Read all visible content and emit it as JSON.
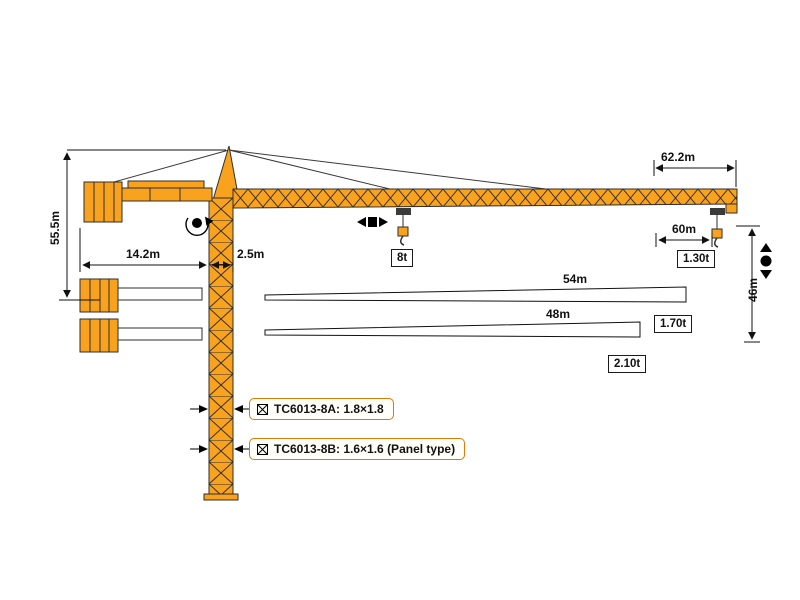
{
  "page": {
    "type": "tower-crane-dimension-diagram",
    "background": "#ffffff"
  },
  "colors": {
    "crane_orange": "#F9A21E",
    "outline": "#2e2e2e",
    "callout_border": "#d97b06"
  },
  "dimensions": {
    "jib_system_length": "62.2m",
    "tower_height": "55.5m",
    "counter_jib_radius": "14.2m",
    "mast_section_width": "2.5m",
    "working_radius_max": "60m",
    "hook_height": "46m",
    "jib_length_54": "54m",
    "jib_length_48": "48m"
  },
  "loads": {
    "max_lifting_capacity": "8t",
    "tip_load_at_60m": "1.30t",
    "tip_load_at_54m": "1.70t",
    "tip_load_at_48m": "2.10t"
  },
  "models": {
    "model_a": "TC6013-8A: 1.8×1.8",
    "model_b": "TC6013-8B: 1.6×1.6  (Panel type)"
  }
}
